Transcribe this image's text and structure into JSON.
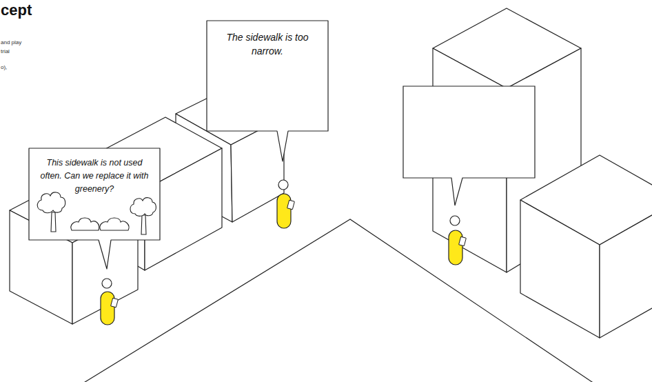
{
  "diagram": {
    "title": "cept",
    "nodes": [
      {
        "text": [
          "This sidewalk is not used often. Can we replace it with greenery?"
        ]
      },
      {
        "text": [
          "The sidewalk is too narrow."
        ]
      }
    ],
    "labels": [
      "and play",
      "trial",
      "o),"
    ]
  }
}
